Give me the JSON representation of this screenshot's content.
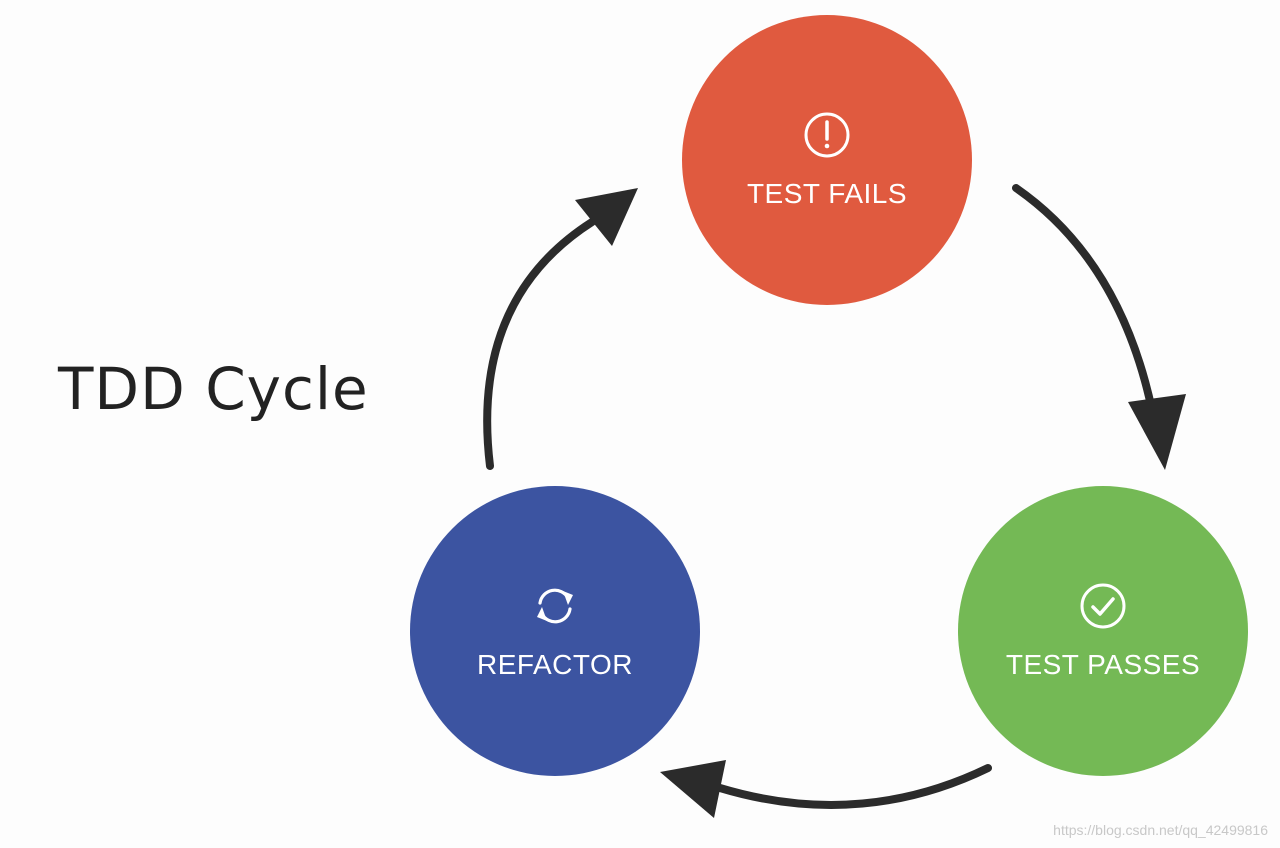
{
  "diagram": {
    "title": "TDD Cycle",
    "nodes": [
      {
        "id": "test-fails",
        "label": "TEST FAILS",
        "color": "#e05a3f",
        "icon": "alert-circle-icon"
      },
      {
        "id": "test-passes",
        "label": "TEST PASSES",
        "color": "#74b955",
        "icon": "check-circle-icon"
      },
      {
        "id": "refactor",
        "label": "REFACTOR",
        "color": "#3c54a1",
        "icon": "refresh-cycle-icon"
      }
    ],
    "edges": [
      {
        "from": "TEST FAILS",
        "to": "TEST PASSES"
      },
      {
        "from": "TEST PASSES",
        "to": "REFACTOR"
      },
      {
        "from": "REFACTOR",
        "to": "TEST FAILS"
      }
    ],
    "arrow_color": "#2b2b2b"
  },
  "watermark": "https://blog.csdn.net/qq_42499816"
}
